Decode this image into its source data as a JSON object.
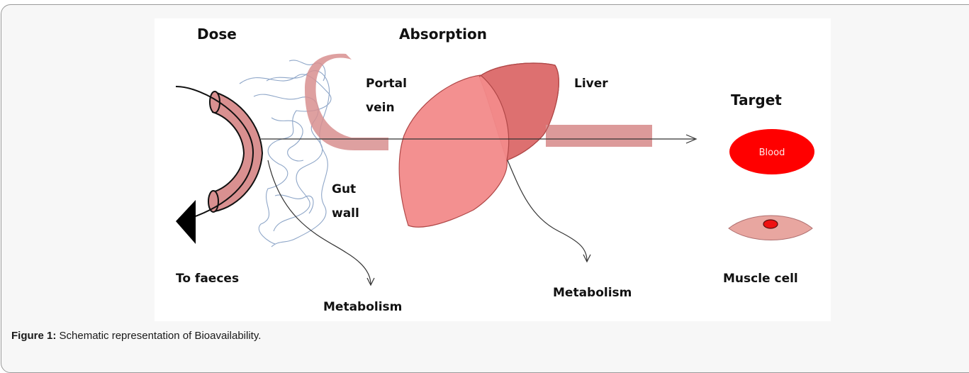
{
  "figure": {
    "labels": {
      "dose": "Dose",
      "absorption": "Absorption",
      "portal_vein_line1": "Portal",
      "portal_vein_line2": "vein",
      "liver": "Liver",
      "target": "Target",
      "blood": "Blood",
      "gut_wall_line1": "Gut",
      "gut_wall_line2": "wall",
      "to_faeces": "To faeces",
      "metabolism_gut": "Metabolism",
      "metabolism_liver": "Metabolism",
      "muscle_cell": "Muscle cell"
    },
    "colors": {
      "gut_tube": "#d99090",
      "portal_vein": "#d88f8f",
      "liver_front": "#f28a8a",
      "liver_back": "#d96060",
      "hepatic_outflow": "#d88f8f",
      "blood": "#ff0000",
      "muscle_cell": "#e8a6a0",
      "muscle_nucleus": "#ee1111",
      "capillaries": "#8ea6c8"
    }
  },
  "caption": {
    "label": "Figure 1:",
    "text": " Schematic representation of Bioavailability."
  }
}
